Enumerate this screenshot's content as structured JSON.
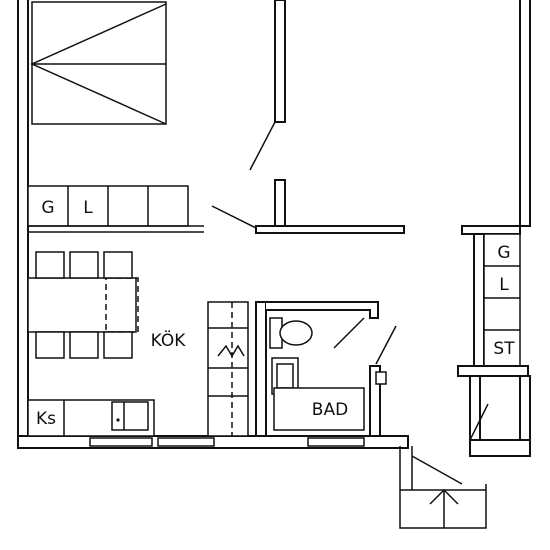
{
  "labels": {
    "kitchen": "KÖK",
    "bathroom": "BAD",
    "closet_g_left": "G",
    "closet_l_left": "L",
    "closet_g_right": "G",
    "closet_l_right": "L",
    "storage": "ST",
    "fridge": "Ks"
  },
  "colors": {
    "line": "#111111",
    "background": "#ffffff"
  }
}
